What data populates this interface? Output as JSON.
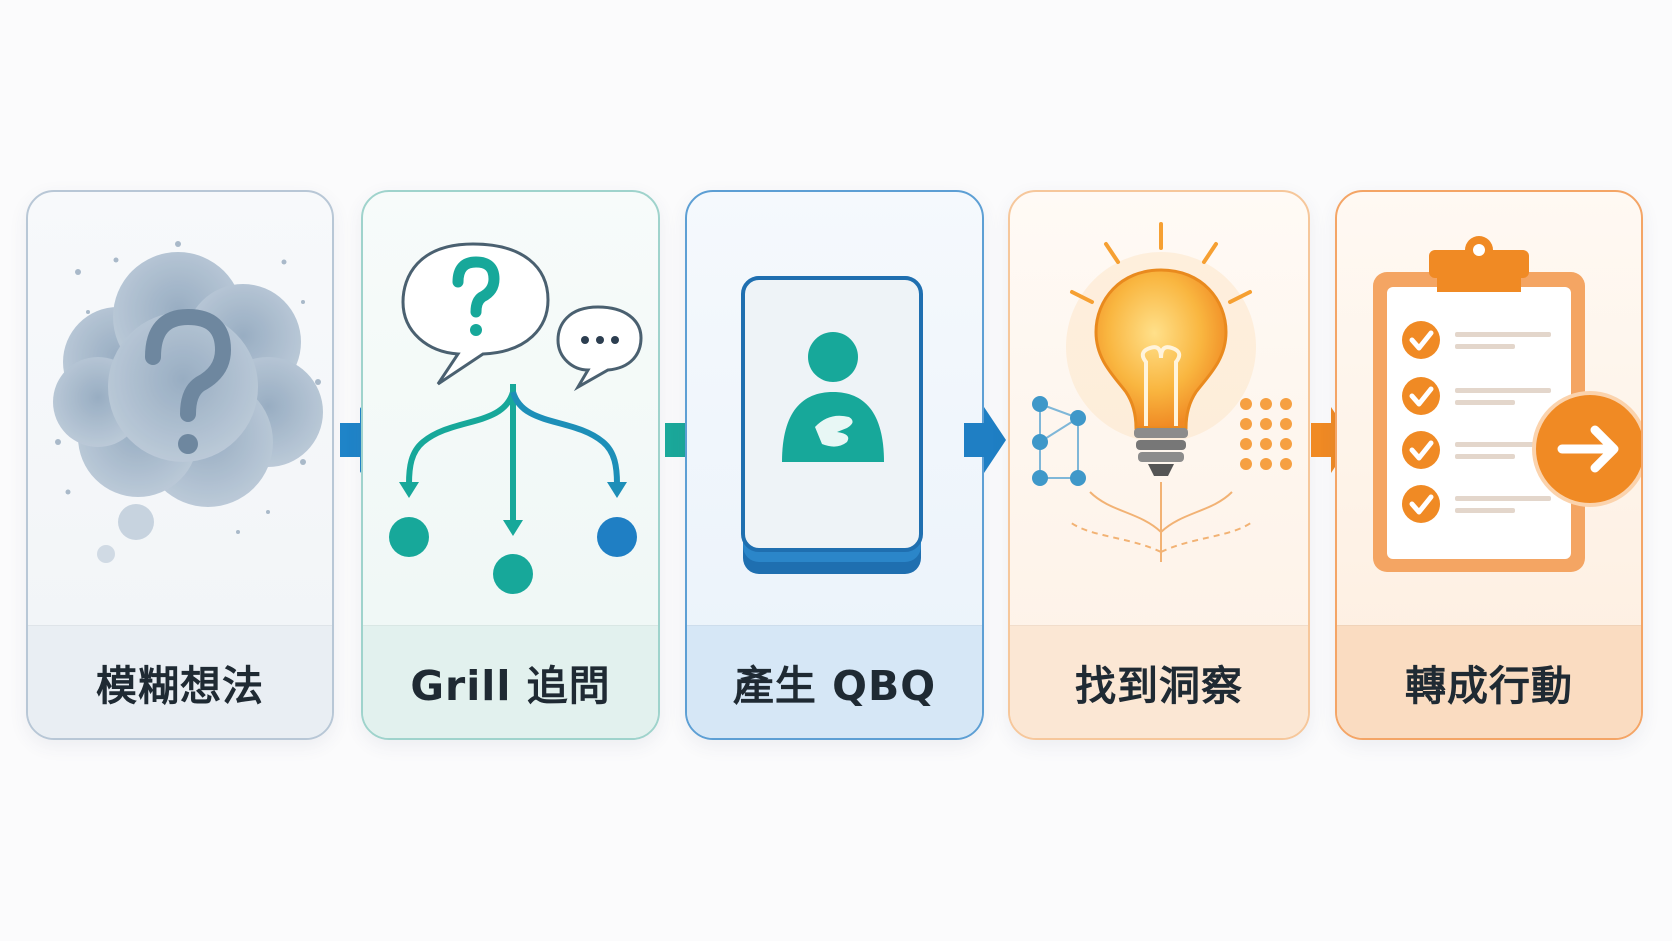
{
  "steps": [
    {
      "label": "模糊想法",
      "icon": "cloud-question-icon",
      "color": "#7f9bb8"
    },
    {
      "label": "Grill 追問",
      "icon": "branching-questions-icon",
      "color": "#17a89a"
    },
    {
      "label": "產生 QBQ",
      "icon": "person-card-icon",
      "color": "#1f7fc4"
    },
    {
      "label": "找到洞察",
      "icon": "lightbulb-icon",
      "color": "#f49a2b"
    },
    {
      "label": "轉成行動",
      "icon": "checklist-icon",
      "color": "#f08a24"
    }
  ],
  "connectors": [
    {
      "icon": "arrow-right-icon",
      "color": "#1f84c8"
    },
    {
      "icon": "arrow-right-icon",
      "color": "#1ba89a"
    },
    {
      "icon": "arrow-right-icon",
      "color": "#1f7fc4"
    },
    {
      "icon": "arrow-right-icon",
      "color": "#f08a24"
    }
  ]
}
